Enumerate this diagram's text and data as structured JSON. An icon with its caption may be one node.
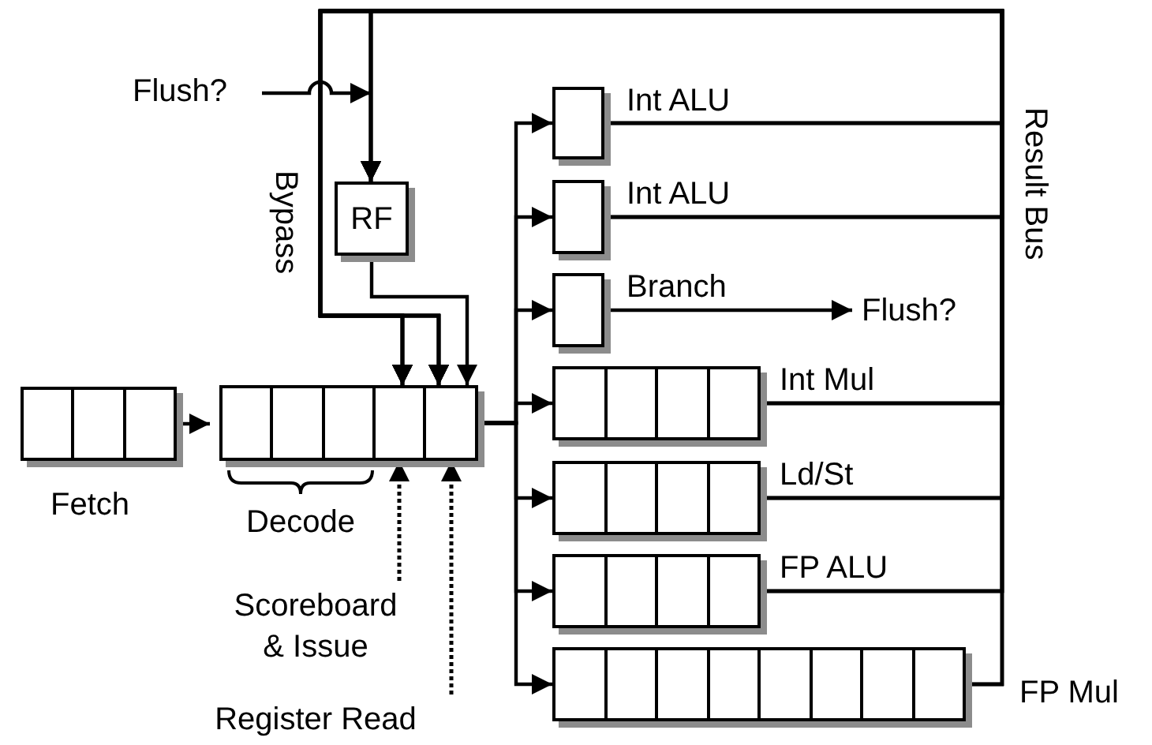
{
  "diagram": {
    "nodes": [
      {
        "text": [
          "Fetch"
        ]
      },
      {
        "text": [
          "Decode"
        ]
      },
      {
        "text": [],
        "shape": "box"
      },
      {
        "text": [],
        "shape": "box"
      },
      {
        "text": [
          "Scoreboard & Issue"
        ]
      },
      {
        "text": [
          "Register Read"
        ]
      },
      {
        "text": [
          "RF"
        ]
      },
      {
        "text": [
          "Flush?"
        ]
      },
      {
        "text": [
          "Int ALU"
        ]
      },
      {
        "text": [
          "Int ALU"
        ]
      },
      {
        "text": [
          "Branch"
        ]
      },
      {
        "text": [
          "Int Mul"
        ]
      },
      {
        "text": [
          "Ld/St"
        ]
      },
      {
        "text": [
          "FP ALU"
        ]
      },
      {
        "text": [
          "FP Mul"
        ]
      },
      {
        "text": [
          "Flush?"
        ]
      }
    ],
    "edges": [
      {
        "from": 0,
        "to": 1,
        "arrow": "to"
      },
      {
        "from": 4,
        "to": 2,
        "arrow": "to",
        "style": "dashed"
      },
      {
        "from": 5,
        "to": 3,
        "arrow": "to",
        "style": "dashed"
      },
      {
        "from": 3,
        "to": 8,
        "arrow": "to"
      },
      {
        "from": 3,
        "to": 9,
        "arrow": "to"
      },
      {
        "from": 3,
        "to": 10,
        "arrow": "to"
      },
      {
        "from": 3,
        "to": 11,
        "arrow": "to"
      },
      {
        "from": 3,
        "to": 12,
        "arrow": "to"
      },
      {
        "from": 3,
        "to": 13,
        "arrow": "to"
      },
      {
        "from": 3,
        "to": 14,
        "arrow": "to"
      },
      {
        "from": 10,
        "to": 15,
        "arrow": "to"
      },
      {
        "from": 7,
        "to": 6,
        "arrow": "to"
      },
      {
        "from": 8,
        "to": 6,
        "arrow": "to"
      },
      {
        "from": 8,
        "to": 2,
        "arrow": "to"
      },
      {
        "from": 8,
        "to": 3,
        "arrow": "to"
      },
      {
        "from": 9,
        "to": 6,
        "arrow": "to"
      },
      {
        "from": 9,
        "to": 2,
        "arrow": "to"
      },
      {
        "from": 9,
        "to": 3,
        "arrow": "to"
      },
      {
        "from": 11,
        "to": 6,
        "arrow": "to"
      },
      {
        "from": 11,
        "to": 2,
        "arrow": "to"
      },
      {
        "from": 11,
        "to": 3,
        "arrow": "to"
      },
      {
        "from": 12,
        "to": 6,
        "arrow": "to"
      },
      {
        "from": 12,
        "to": 2,
        "arrow": "to"
      },
      {
        "from": 12,
        "to": 3,
        "arrow": "to"
      },
      {
        "from": 13,
        "to": 6,
        "arrow": "to"
      },
      {
        "from": 13,
        "to": 2,
        "arrow": "to"
      },
      {
        "from": 13,
        "to": 3,
        "arrow": "to"
      },
      {
        "from": 14,
        "to": 6,
        "arrow": "to"
      },
      {
        "from": 14,
        "to": 2,
        "arrow": "to"
      },
      {
        "from": 14,
        "to": 3,
        "arrow": "to"
      },
      {
        "from": 6,
        "to": 3,
        "arrow": "to"
      }
    ],
    "labels": [
      "Bypass",
      "Result Bus"
    ]
  }
}
